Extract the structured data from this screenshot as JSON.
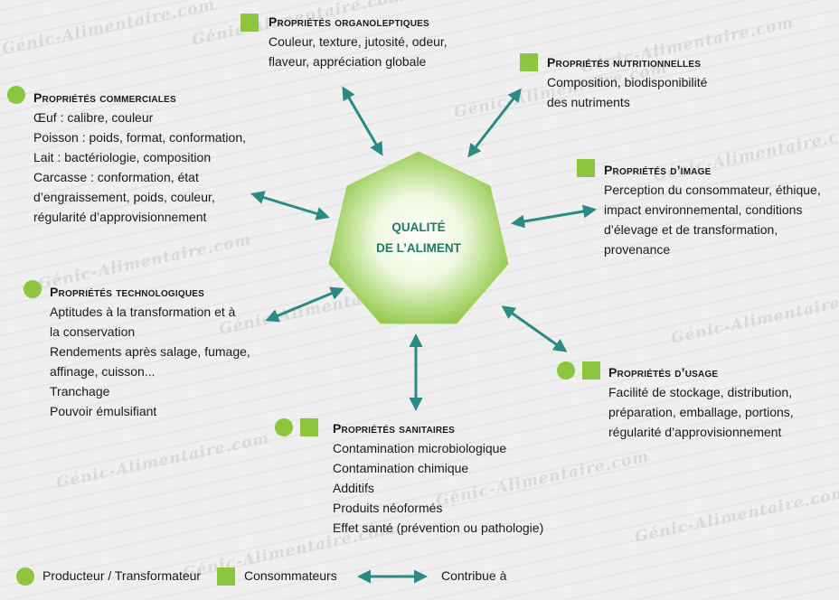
{
  "watermark": "Génic-Alimentaire.com",
  "center": {
    "line1": "QUALITÉ",
    "line2": "DE L’ALIMENT"
  },
  "organoleptiques": {
    "title": "Propriétés organoleptiques",
    "lines": [
      "Couleur, texture, jutosité, odeur,",
      "flaveur, appréciation globale"
    ]
  },
  "nutritionnelles": {
    "title": "Propriétés nutritionnelles",
    "lines": [
      "Composition, biodisponibilité",
      "des nutriments"
    ]
  },
  "commerciales": {
    "title": "Propriétés commerciales",
    "lines": [
      "Œuf : calibre, couleur",
      "Poisson : poids, format, conformation,",
      "Lait : bactériologie, composition",
      "Carcasse : conformation, état",
      "d’engraissement, poids, couleur,",
      "régularité d’approvisionnement"
    ]
  },
  "image": {
    "title": "Propriétés d’image",
    "lines": [
      "Perception du consommateur, éthique,",
      "impact environnemental, conditions",
      "d’élevage et de transformation,",
      "provenance"
    ]
  },
  "technologiques": {
    "title": "Propriétés technologiques",
    "lines": [
      "Aptitudes à la transformation et à",
      "la conservation",
      "Rendements après salage, fumage,",
      "affinage, cuisson...",
      "Tranchage",
      "Pouvoir émulsifiant"
    ]
  },
  "usage": {
    "title": "Propriétés d’usage",
    "lines": [
      "Facilité de stockage, distribution,",
      "préparation, emballage, portions,",
      "régularité d’approvisionnement"
    ]
  },
  "sanitaires": {
    "title": "Propriétés sanitaires",
    "lines": [
      "Contamination microbiologique",
      "Contamination chimique",
      "Additifs",
      "Produits néoformés",
      "Effet santé (prévention ou pathologie)"
    ]
  },
  "legend": {
    "producer": "Producteur / Transformateur",
    "consumer": "Consommateurs",
    "contributes": "Contribue à"
  },
  "colors": {
    "accent": "#8cc63e",
    "arrow": "#2a8a86",
    "center_text": "#1f7a63"
  }
}
